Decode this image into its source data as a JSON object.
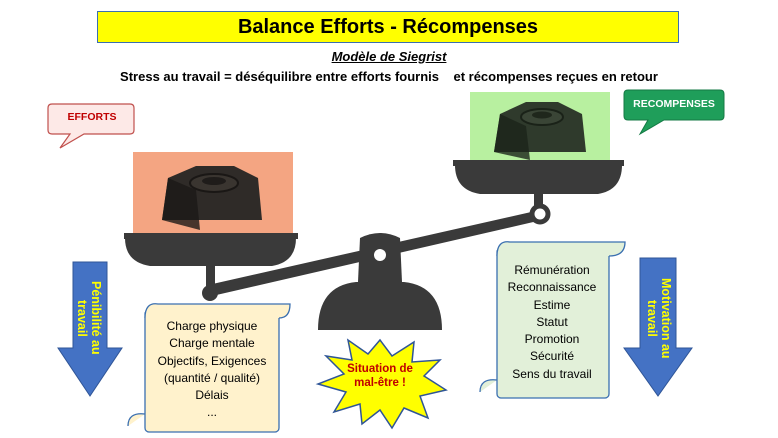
{
  "header": {
    "title": "Balance Efforts - Récompenses",
    "subtitle": "Modèle de Siegrist",
    "statement": "Stress au travail = déséquilibre entre efforts fournis    et récompenses reçues en retour"
  },
  "efforts": {
    "label": "EFFORTS",
    "side_label": "Pénibilité au travail",
    "items": [
      "Charge physique",
      "Charge mentale",
      "Objectifs, Exigences",
      "(quantité / qualité)",
      "Délais",
      "..."
    ]
  },
  "rewards": {
    "label": "RECOMPENSES",
    "side_label": "Motivation au travail",
    "items": [
      "Rémunération",
      "Reconnaissance",
      "Estime",
      "Statut",
      "Promotion",
      "Sécurité",
      "Sens du travail"
    ]
  },
  "center": {
    "situation_line1": "Situation de",
    "situation_line2": "mal-être !"
  },
  "colors": {
    "title_bg": "#ffff00",
    "efforts_panel": "#f4a582",
    "rewards_panel": "#b8f0a0",
    "rewards_bubble": "#1f9e5a",
    "efforts_text": "#c00000",
    "arrow_blue": "#4472c4",
    "scale_gray": "#3a3a3a",
    "scroll_efforts": "#fff2cc",
    "scroll_rewards": "#e2f0d9",
    "starburst": "#ffff00"
  },
  "icons": [
    "weight-icon",
    "balance-scale-icon",
    "down-arrow-icon",
    "speech-bubble-icon",
    "scroll-icon",
    "starburst-icon"
  ]
}
